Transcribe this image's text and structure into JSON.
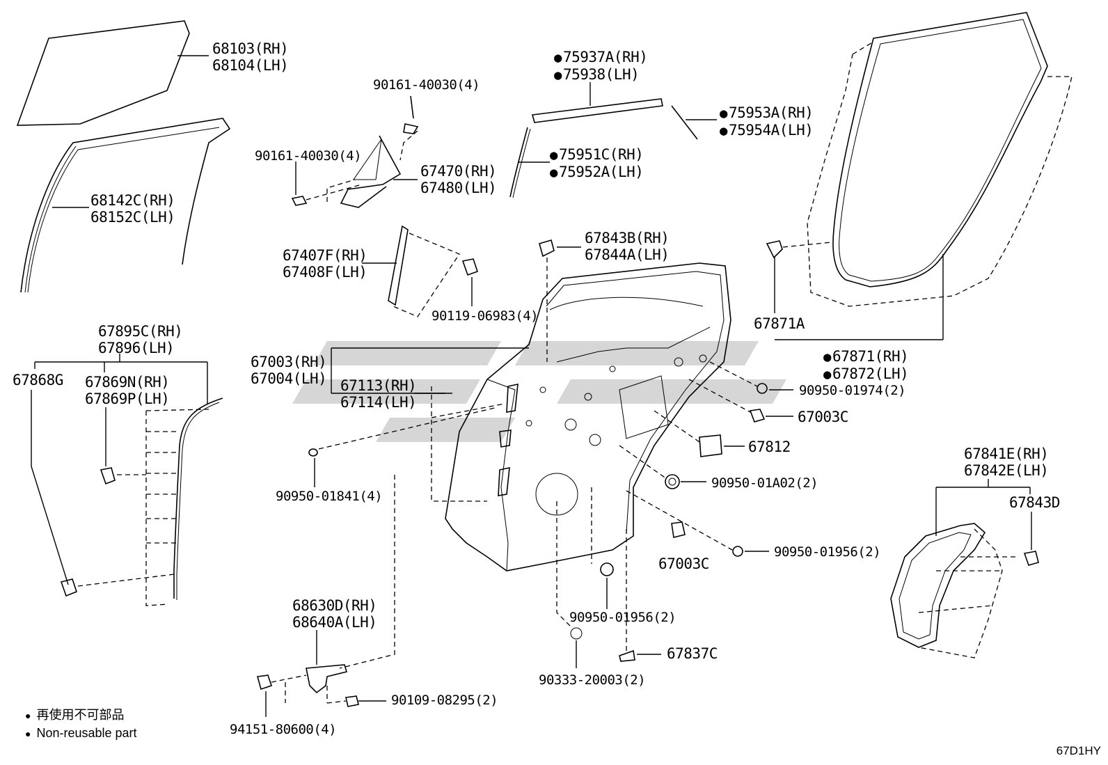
{
  "labels": {
    "glass": [
      "68103(RH)",
      "68104(LH)"
    ],
    "run_channel": [
      "68142C(RH)",
      "68152C(LH)"
    ],
    "screw_top": "90161-40030(4)",
    "screw_left": "90161-40030(4)",
    "quarter_frame": [
      "67470(RH)",
      "67480(LH)"
    ],
    "moulding_top": [
      "75937A(RH)",
      "75938(LH)"
    ],
    "moulding_right": [
      "75953A(RH)",
      "75954A(LH)"
    ],
    "moulding_left": [
      "75951C(RH)",
      "75952A(LH)"
    ],
    "weatherstrip_main": [
      "67871(RH)",
      "67872(LH)"
    ],
    "clip_67871a": "67871A",
    "retainer": [
      "67843B(RH)",
      "67844A(LH)"
    ],
    "sash": [
      "67407F(RH)",
      "67408F(LH)"
    ],
    "bolt_sash": "90119-06983(4)",
    "seal_harness": [
      "67895C(RH)",
      "67896(LH)"
    ],
    "clip_67868g": "67868G",
    "clip_67869": [
      "67869N(RH)",
      "67869P(LH)"
    ],
    "door_panel": [
      "67003(RH)",
      "67004(LH)"
    ],
    "inner_panel": [
      "67113(RH)",
      "67114(LH)"
    ],
    "plug_90950_01974": "90950-01974(2)",
    "cushion_upper": "67003C",
    "cover_67812": "67812",
    "plug_90950_01a02": "90950-01A02(2)",
    "plug_90950_01956_right": "90950-01956(2)",
    "cushion_lower": "67003C",
    "plug_90950_01956_center": "90950-01956(2)",
    "plug_90950_01841": "90950-01841(4)",
    "hinge": [
      "68630D(RH)",
      "68640A(LH)"
    ],
    "bolt_90109": "90109-08295(2)",
    "bolt_94151": "94151-80600(4)",
    "plug_90333": "90333-20003(2)",
    "clip_67837c": "67837C",
    "service_cover": [
      "67841E(RH)",
      "67842E(LH)"
    ],
    "clip_67843d": "67843D"
  },
  "legend": {
    "ja": "再使用不可部品",
    "en": "Non-reusable part"
  },
  "diagram_code": "67D1HY"
}
